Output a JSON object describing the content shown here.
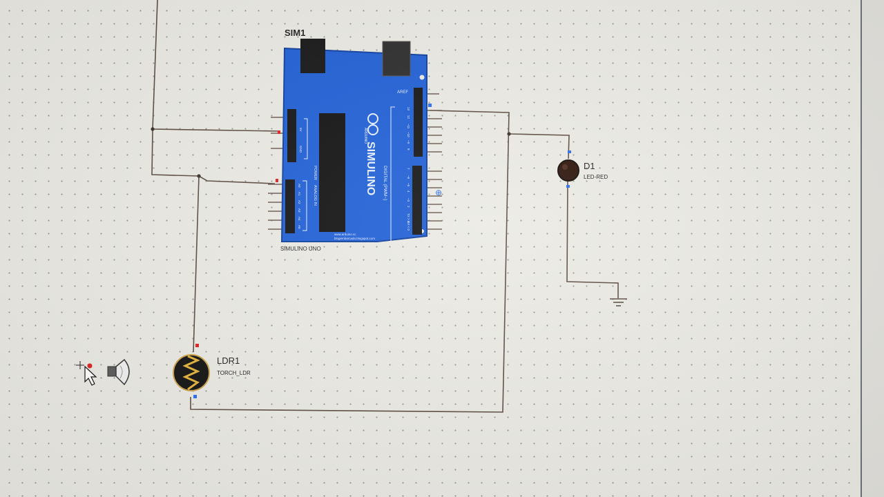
{
  "schematic": {
    "arduino": {
      "ref": "SIM1",
      "part": "SIMULINO UNO",
      "board_logo": "SIMULINO",
      "board_sub": "ARDUINO",
      "power_header": "POWER",
      "analog_header": "ANALOG IN",
      "digital_header": "DIGITAL (PWM~)",
      "aref_label": "AREF",
      "power_pins": [
        "5V",
        "GND"
      ],
      "analog_pins": [
        "A0",
        "A1",
        "A2",
        "A3",
        "A4",
        "A5"
      ],
      "digital_pins_top": [
        "13",
        "12",
        "~11",
        "~10",
        "~9",
        "8"
      ],
      "digital_pins_bottom": [
        "7",
        "~6",
        "~5",
        "4",
        "~3",
        "2",
        "TX > 1",
        "RX < 0"
      ],
      "footer_text": "www.arduino.cc",
      "footer_text2": "blogembarcado.blogspot.com"
    },
    "led": {
      "ref": "D1",
      "part": "LED-RED",
      "color": "#2a1208"
    },
    "ldr": {
      "ref": "LDR1",
      "part": "TORCH_LDR"
    },
    "colors": {
      "board": "#1f5fd6",
      "board_dark": "#0f3f9c",
      "wire": "#5a4a40",
      "pin_red": "#e02020",
      "pin_blue": "#2a6cf0"
    }
  }
}
